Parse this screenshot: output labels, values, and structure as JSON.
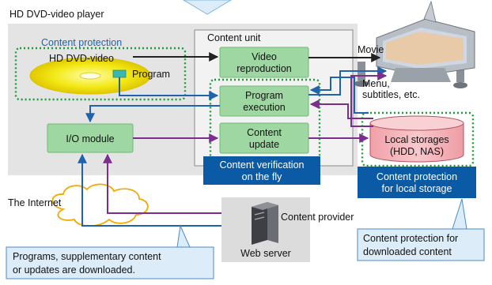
{
  "player": {
    "title": "HD DVD-video player"
  },
  "protection": {
    "content": "Content protection",
    "local_line1": "Content protection",
    "local_line2": "for local storage",
    "downloaded_line1": "Content protection for",
    "downloaded_line2": "downloaded content"
  },
  "disc": {
    "label": "HD DVD-video",
    "program": "Program"
  },
  "content_unit": {
    "title": "Content unit",
    "video_line1": "Video",
    "video_line2": "reproduction",
    "program_line1": "Program",
    "program_line2": "execution",
    "update_line1": "Content",
    "update_line2": "update"
  },
  "verification": {
    "line1": "Content verification",
    "line2": "on the fly"
  },
  "io_module": {
    "label": "I/O module"
  },
  "storage": {
    "line1": "Local storages",
    "line2": "(HDD, NAS)"
  },
  "tv": {
    "movie": "Movie",
    "menu_line1": "Menu,",
    "menu_line2": "subtitles, etc."
  },
  "internet": {
    "label": "The Internet"
  },
  "provider": {
    "label": "Content provider",
    "server": "Web server"
  },
  "download_note": {
    "line1": "Programs, supplementary content",
    "line2": "or updates are downloaded."
  },
  "colors": {
    "player_bg": "#e4e4e4",
    "unit_bg": "#f2f2f2",
    "module_green": "#9fd7a3",
    "dotted_green": "#1c9a3c",
    "callout_blue": "#0b5aa6",
    "callout_light": "#dcecf9",
    "arrow_black": "#222222",
    "arrow_blue": "#1f62ad",
    "arrow_purple": "#7a2f8f",
    "disc_yellow": "#f4ea18",
    "storage_pink": "#f4b7bd"
  }
}
